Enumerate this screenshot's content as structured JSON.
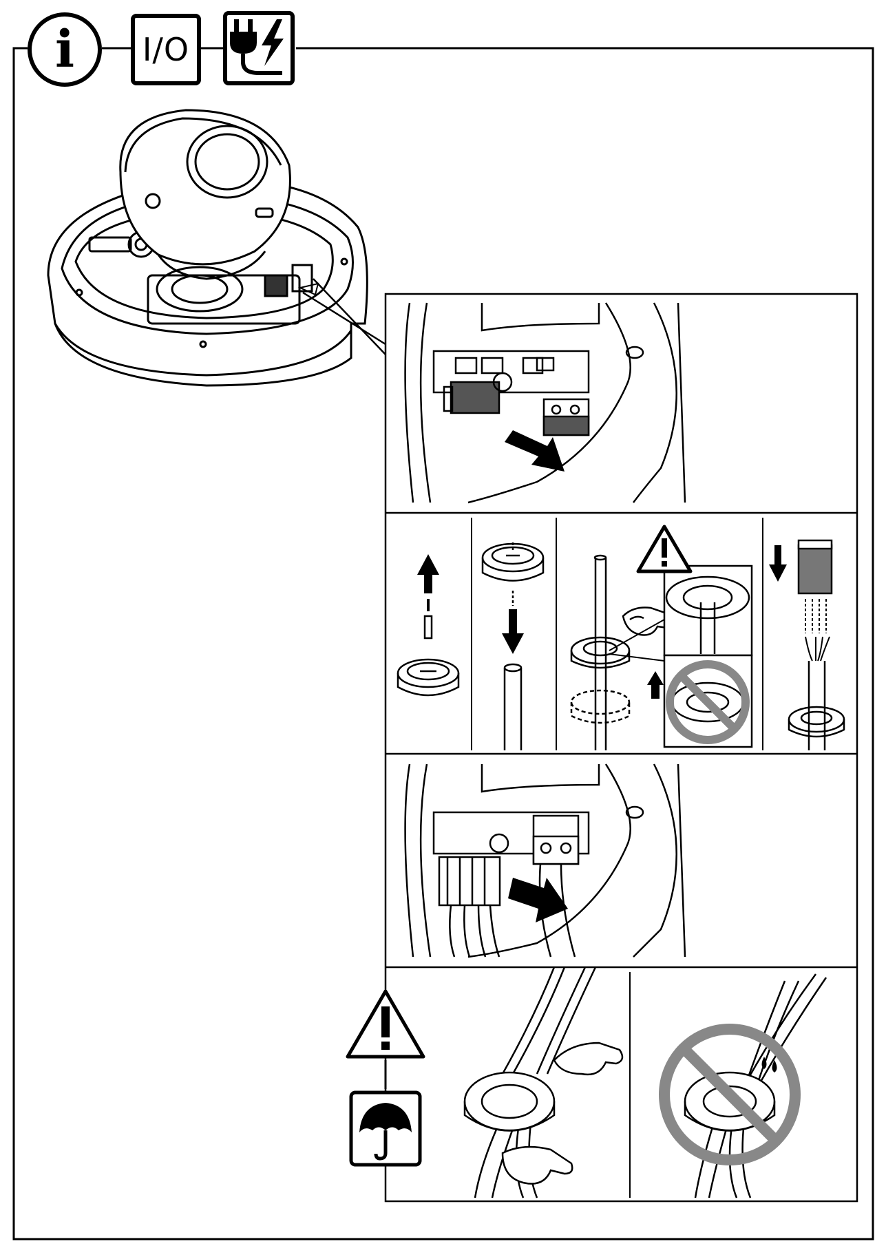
{
  "header": {
    "icons": [
      {
        "name": "info-icon",
        "glyph": "i"
      },
      {
        "name": "io-icon",
        "label": "I/O"
      },
      {
        "name": "power-icon"
      }
    ]
  },
  "steps": [
    {
      "name": "remove-connectors-step"
    },
    {
      "name": "grommet-cable-routing-step"
    },
    {
      "name": "insert-connectors-step"
    },
    {
      "name": "moisture-warning-step"
    }
  ],
  "warning_icons": [
    "warning-triangle-icon",
    "umbrella-icon",
    "prohibited-icon"
  ]
}
